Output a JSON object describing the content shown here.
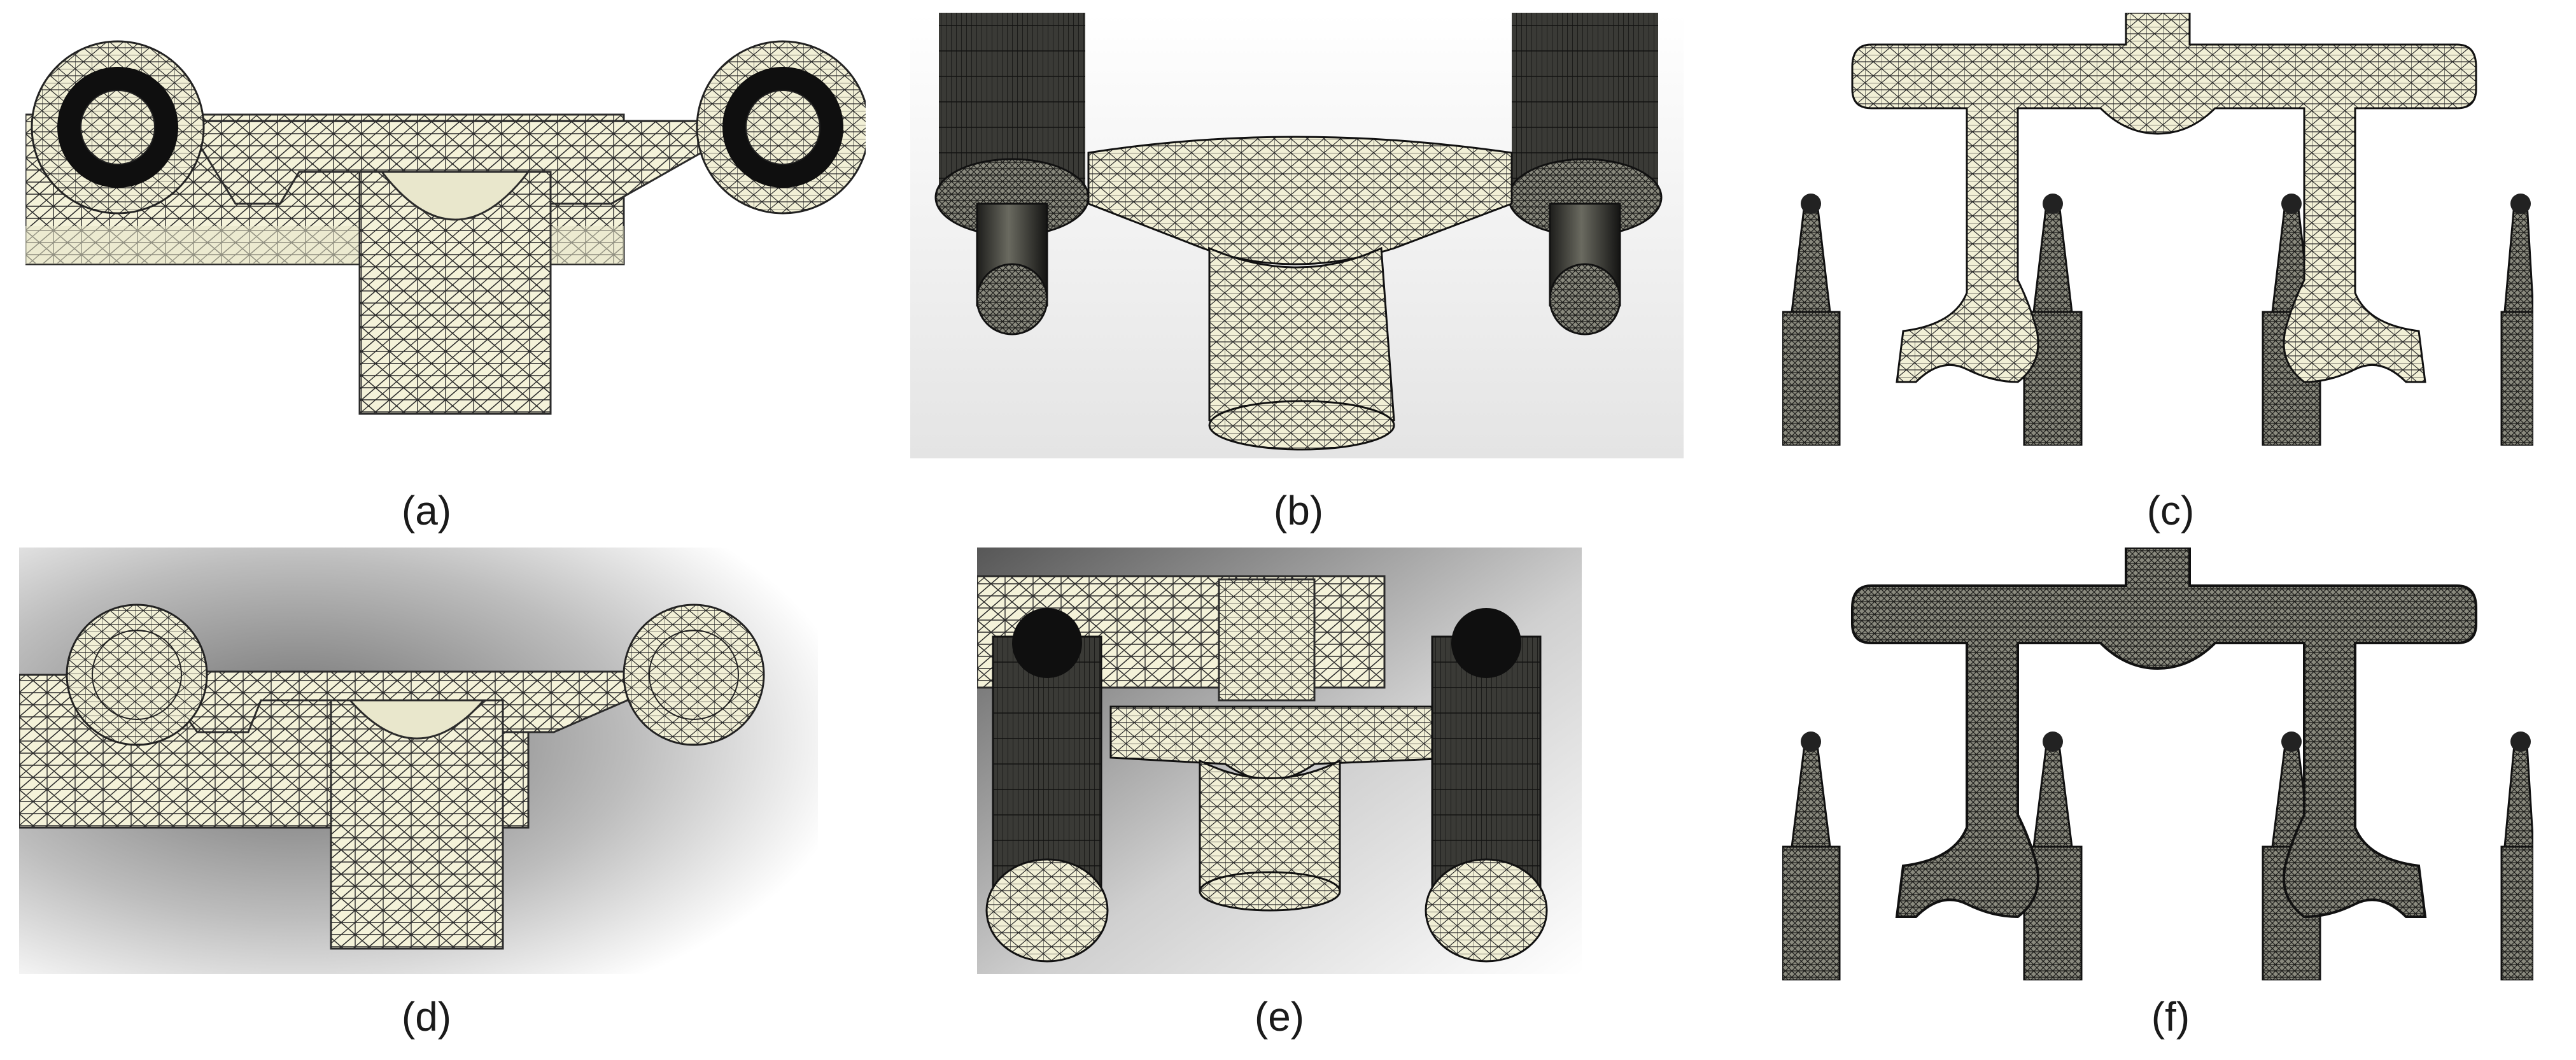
{
  "figure": {
    "panels": [
      {
        "id": "a",
        "caption": "(a)"
      },
      {
        "id": "b",
        "caption": "(b)"
      },
      {
        "id": "c",
        "caption": "(c)"
      },
      {
        "id": "d",
        "caption": "(d)"
      },
      {
        "id": "e",
        "caption": "(e)"
      },
      {
        "id": "f",
        "caption": "(f)"
      }
    ]
  },
  "colors": {
    "mesh_fill": "#f4f2d9",
    "mesh_line": "#2b2b2b",
    "dense_mesh": "#3c3c36",
    "shade": "#d8d6c0",
    "background_gradient_dark": "#6e6e6e",
    "background_gradient_light": "#ffffff"
  }
}
